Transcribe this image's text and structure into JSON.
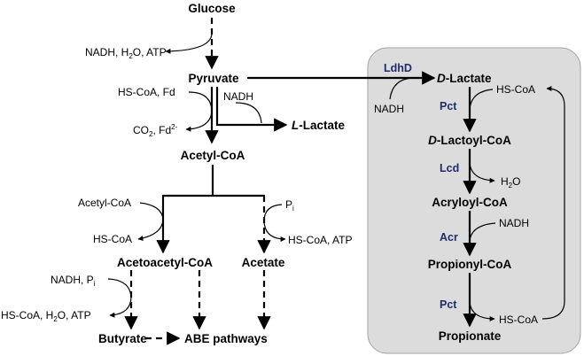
{
  "colors": {
    "panel_fill": "#dcdcdc",
    "panel_stroke": "#a6a6a6",
    "enzyme": "#1f2d6b",
    "text": "#000000"
  },
  "metabolites": {
    "glucose": "Glucose",
    "pyruvate": "Pyruvate",
    "acetyl_coa": "Acetyl-CoA",
    "l_lactate_prefix": "L",
    "l_lactate_suffix": "-Lactate",
    "acetoacetyl_coa": "Acetoacetyl-CoA",
    "acetate": "Acetate",
    "butyrate": "Butyrate",
    "abe_pathways": "ABE pathways",
    "d_lactate_prefix": "D",
    "d_lactate_suffix": "-Lactate",
    "d_lactoyl_prefix": "D",
    "d_lactoyl_suffix": "-Lactoyl-CoA",
    "acryloyl_coa": "Acryloyl-CoA",
    "propionyl_coa": "Propionyl-CoA",
    "propionate": "Propionate"
  },
  "cofactors": {
    "glucose_side": "NADH, H",
    "glucose_side_sub": "2",
    "glucose_side_end": "O, ATP",
    "pyruvate_in": "HS-CoA, Fd",
    "pyruvate_out_1": "CO",
    "pyruvate_out_sub": "2",
    "pyruvate_out_2": ", Fd",
    "pyruvate_out_sup": "2-",
    "nadh_l": "NADH",
    "acetyl_in": "Acetyl-CoA",
    "hs_coa_left": "HS-CoA",
    "pi_top": "P",
    "pi_top_sub": "i",
    "hs_coa_atp": "HS-CoA, ATP",
    "nadh_pi": "NADH, P",
    "nadh_pi_sub": "i",
    "butyrate_side": "HS-CoA, H",
    "butyrate_side_sub": "2",
    "butyrate_side_end": "O, ATP",
    "nadh_ldhd": "NADH",
    "hs_coa_pct_top": "HS-CoA",
    "h2o": "H",
    "h2o_sub": "2",
    "h2o_end": "O",
    "nadh_acr": "NADH",
    "hs_coa_pct_bottom": "HS-CoA"
  },
  "enzymes": {
    "ldhd": "LdhD",
    "pct_top": "Pct",
    "lcd": "Lcd",
    "acr": "Acr",
    "pct_bottom": "Pct"
  }
}
